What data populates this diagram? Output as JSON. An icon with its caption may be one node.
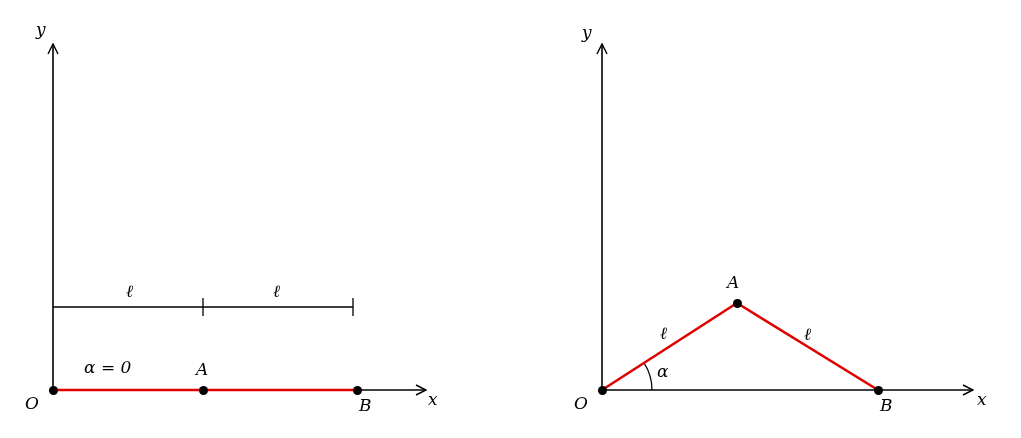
{
  "diagram": {
    "nodes": [
      {
        "text": [
          "O"
        ]
      },
      {
        "text": [
          "A"
        ]
      },
      {
        "text": [
          "B"
        ]
      },
      {
        "text": [
          "O"
        ]
      },
      {
        "text": [
          "A"
        ]
      },
      {
        "text": [
          "B"
        ]
      }
    ],
    "edges": [
      {
        "from": 0,
        "to": 1,
        "arrow": "none"
      },
      {
        "from": 1,
        "to": 2,
        "arrow": "none"
      },
      {
        "from": 3,
        "to": 4,
        "arrow": "none",
        "label": "ℓ"
      },
      {
        "from": 4,
        "to": 5,
        "arrow": "none",
        "label": "ℓ"
      }
    ],
    "labels": [
      "y",
      "x",
      "ℓ",
      "ℓ",
      "α = 0",
      "y",
      "x",
      "α"
    ]
  }
}
